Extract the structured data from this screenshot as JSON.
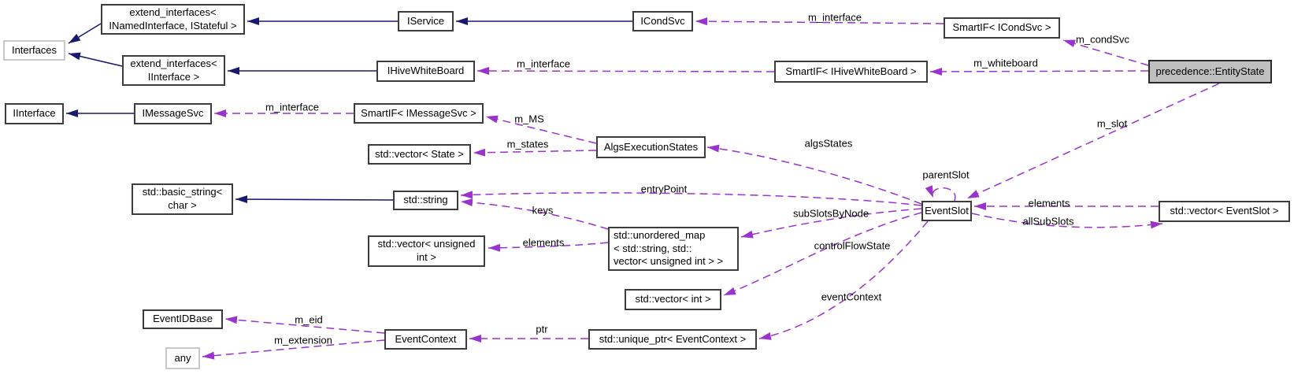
{
  "diagram": {
    "kind": "collaboration-graph",
    "main_node": "precedence::EntityState",
    "colors": {
      "inheritance_edge": "#191970",
      "usage_edge": "#9a32cd",
      "main_node_fill": "#bfbfbf",
      "node_border": "#3c3c3c",
      "plain_node_border": "#c9c9c9",
      "background": "#ffffff"
    },
    "nodes": [
      {
        "id": "interfaces",
        "label": "Interfaces"
      },
      {
        "id": "extend_interfaces_named",
        "label": "extend_interfaces<\nINamedInterface, IStateful >"
      },
      {
        "id": "extend_interfaces_iinterface",
        "label": "extend_interfaces<\nIInterface >"
      },
      {
        "id": "iservice",
        "label": "IService"
      },
      {
        "id": "icondsvc",
        "label": "ICondSvc"
      },
      {
        "id": "ihivewhiteboard",
        "label": "IHiveWhiteBoard"
      },
      {
        "id": "smartif_icondsvc",
        "label": "SmartIF< ICondSvc >"
      },
      {
        "id": "smartif_ihivewhiteboard",
        "label": "SmartIF< IHiveWhiteBoard >"
      },
      {
        "id": "entitystate",
        "label": "precedence::EntityState"
      },
      {
        "id": "iinterface",
        "label": "IInterface"
      },
      {
        "id": "imessagesvc",
        "label": "IMessageSvc"
      },
      {
        "id": "smartif_imessagesvc",
        "label": "SmartIF< IMessageSvc >"
      },
      {
        "id": "algsexecutionstates",
        "label": "AlgsExecutionStates"
      },
      {
        "id": "vector_state",
        "label": "std::vector< State >"
      },
      {
        "id": "basic_string",
        "label": "std::basic_string<\nchar >"
      },
      {
        "id": "stdstring",
        "label": "std::string"
      },
      {
        "id": "vector_uint",
        "label": "std::vector< unsigned\nint >"
      },
      {
        "id": "unordered_map",
        "label": "std::unordered_map\n< std::string, std::\nvector< unsigned int > >"
      },
      {
        "id": "vector_int",
        "label": "std::vector< int >"
      },
      {
        "id": "unique_ptr",
        "label": "std::unique_ptr< EventContext >"
      },
      {
        "id": "eventcontext",
        "label": "EventContext"
      },
      {
        "id": "eventidbase",
        "label": "EventIDBase"
      },
      {
        "id": "any",
        "label": "any"
      },
      {
        "id": "eventslot",
        "label": "EventSlot"
      },
      {
        "id": "vector_eventslot",
        "label": "std::vector< EventSlot >"
      }
    ],
    "edges": [
      {
        "from": "extend_interfaces_named",
        "to": "interfaces",
        "kind": "inheritance",
        "label": ""
      },
      {
        "from": "extend_interfaces_iinterface",
        "to": "interfaces",
        "kind": "inheritance",
        "label": ""
      },
      {
        "from": "iservice",
        "to": "extend_interfaces_named",
        "kind": "inheritance",
        "label": ""
      },
      {
        "from": "icondsvc",
        "to": "iservice",
        "kind": "inheritance",
        "label": ""
      },
      {
        "from": "ihivewhiteboard",
        "to": "extend_interfaces_iinterface",
        "kind": "inheritance",
        "label": ""
      },
      {
        "from": "imessagesvc",
        "to": "iinterface",
        "kind": "inheritance",
        "label": ""
      },
      {
        "from": "stdstring",
        "to": "basic_string",
        "kind": "inheritance",
        "label": ""
      },
      {
        "from": "smartif_icondsvc",
        "to": "icondsvc",
        "kind": "usage",
        "label": "m_interface"
      },
      {
        "from": "entitystate",
        "to": "smartif_icondsvc",
        "kind": "usage",
        "label": "m_condSvc"
      },
      {
        "from": "smartif_ihivewhiteboard",
        "to": "ihivewhiteboard",
        "kind": "usage",
        "label": "m_interface"
      },
      {
        "from": "entitystate",
        "to": "smartif_ihivewhiteboard",
        "kind": "usage",
        "label": "m_whiteboard"
      },
      {
        "from": "entitystate",
        "to": "eventslot",
        "kind": "usage",
        "label": "m_slot"
      },
      {
        "from": "smartif_imessagesvc",
        "to": "imessagesvc",
        "kind": "usage",
        "label": "m_interface"
      },
      {
        "from": "algsexecutionstates",
        "to": "smartif_imessagesvc",
        "kind": "usage",
        "label": "m_MS"
      },
      {
        "from": "algsexecutionstates",
        "to": "vector_state",
        "kind": "usage",
        "label": "m_states"
      },
      {
        "from": "eventslot",
        "to": "algsexecutionstates",
        "kind": "usage",
        "label": "algsStates"
      },
      {
        "from": "eventslot",
        "to": "stdstring",
        "kind": "usage",
        "label": "entryPoint"
      },
      {
        "from": "unordered_map",
        "to": "stdstring",
        "kind": "usage",
        "label": "keys"
      },
      {
        "from": "unordered_map",
        "to": "vector_uint",
        "kind": "usage",
        "label": "elements"
      },
      {
        "from": "eventslot",
        "to": "unordered_map",
        "kind": "usage",
        "label": "subSlotsByNode"
      },
      {
        "from": "eventslot",
        "to": "vector_int",
        "kind": "usage",
        "label": "controlFlowState"
      },
      {
        "from": "eventslot",
        "to": "unique_ptr",
        "kind": "usage",
        "label": "eventContext"
      },
      {
        "from": "unique_ptr",
        "to": "eventcontext",
        "kind": "usage",
        "label": "ptr"
      },
      {
        "from": "eventcontext",
        "to": "eventidbase",
        "kind": "usage",
        "label": "m_eid"
      },
      {
        "from": "eventcontext",
        "to": "any",
        "kind": "usage",
        "label": "m_extension"
      },
      {
        "from": "vector_eventslot",
        "to": "eventslot",
        "kind": "usage",
        "label": "elements"
      },
      {
        "from": "eventslot",
        "to": "vector_eventslot",
        "kind": "usage",
        "label": "allSubSlots"
      },
      {
        "from": "eventslot",
        "to": "eventslot",
        "kind": "usage",
        "label": "parentSlot"
      }
    ]
  }
}
